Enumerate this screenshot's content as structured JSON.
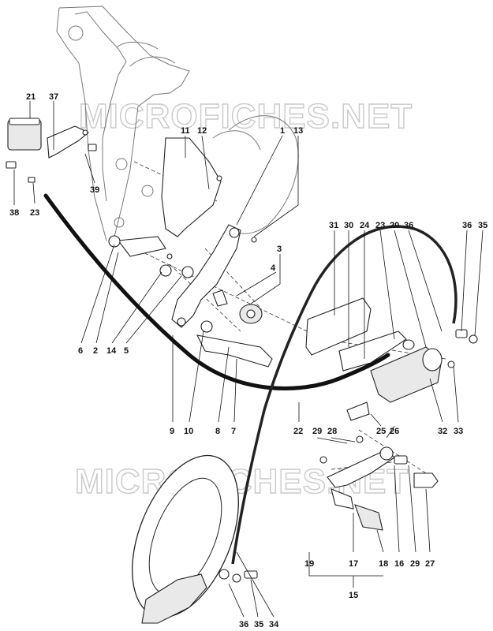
{
  "watermark": "MICROFICHES.NET",
  "callouts": {
    "c1": "1",
    "c2": "2",
    "c3": "3",
    "c4": "4",
    "c5": "5",
    "c6": "6",
    "c7": "7",
    "c8": "8",
    "c9": "9",
    "c10": "10",
    "c11": "11",
    "c12": "12",
    "c13": "13",
    "c14": "14",
    "c15": "15",
    "c16": "16",
    "c17": "17",
    "c18": "18",
    "c19": "19",
    "c20": "20",
    "c21": "21",
    "c22": "22",
    "c23": "23",
    "c24": "24",
    "c25": "25",
    "c26": "26",
    "c27": "27",
    "c28": "28",
    "c29": "29",
    "c30": "30",
    "c31": "31",
    "c32": "32",
    "c33": "33",
    "c34": "34",
    "c35": "35",
    "c36": "36",
    "c37": "37",
    "c38": "38",
    "c39": "39"
  }
}
